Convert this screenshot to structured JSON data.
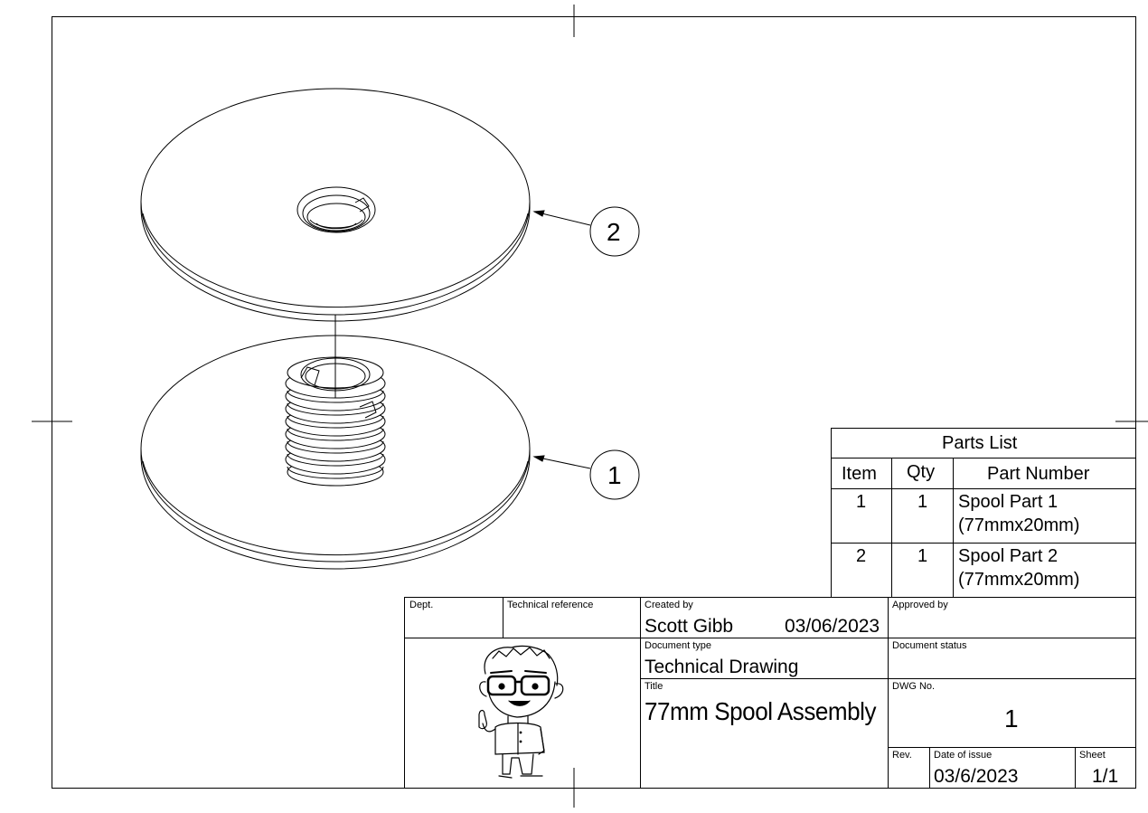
{
  "balloons": [
    "1",
    "2"
  ],
  "parts_list": {
    "title": "Parts List",
    "headers": [
      "Item",
      "Qty",
      "Part Number"
    ],
    "rows": [
      {
        "item": "1",
        "qty": "1",
        "part_line1": "Spool Part 1",
        "part_line2": "(77mmx20mm)"
      },
      {
        "item": "2",
        "qty": "1",
        "part_line1": "Spool Part 2",
        "part_line2": "(77mmx20mm)"
      }
    ]
  },
  "title_block": {
    "dept_label": "Dept.",
    "tech_ref_label": "Technical reference",
    "created_by_label": "Created by",
    "created_by": "Scott Gibb",
    "created_date": "03/06/2023",
    "approved_by_label": "Approved by",
    "doc_type_label": "Document type",
    "doc_type": "Technical Drawing",
    "doc_status_label": "Document status",
    "title_label": "Title",
    "title": "77mm Spool Assembly",
    "dwg_no_label": "DWG No.",
    "dwg_no": "1",
    "rev_label": "Rev.",
    "date_issue_label": "Date of issue",
    "date_issue": "03/6/2023",
    "sheet_label": "Sheet",
    "sheet": "1/1"
  }
}
